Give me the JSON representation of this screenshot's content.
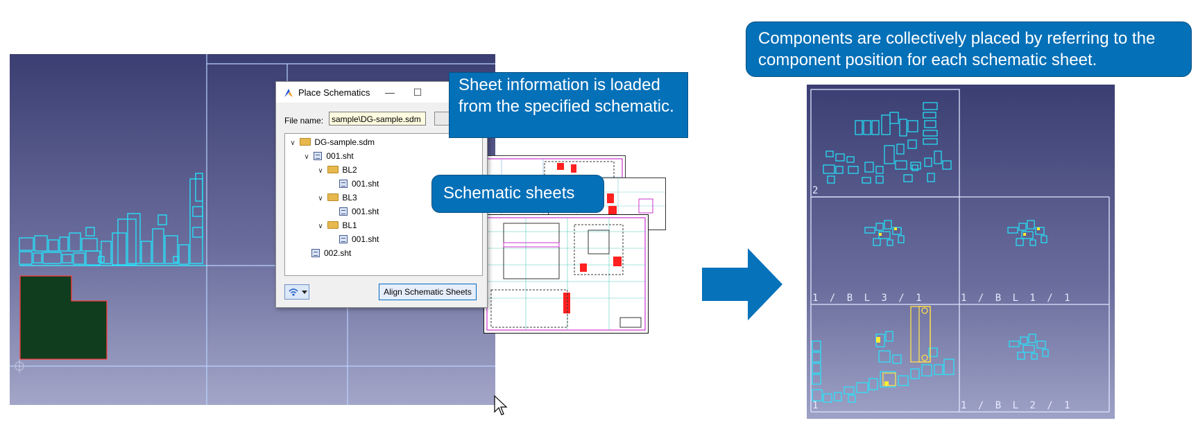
{
  "dialog": {
    "title": "Place Schematics",
    "minimize_glyph": "—",
    "maximize_glyph": "☐",
    "file_name_label": "File name:",
    "file_name_value": "sample\\DG-sample.sdm",
    "tree": [
      {
        "label": "DG-sample.sdm",
        "type": "folder",
        "expanded": true,
        "depth": 0
      },
      {
        "label": "001.sht",
        "type": "sheet",
        "expanded": true,
        "depth": 1
      },
      {
        "label": "BL2",
        "type": "folder",
        "expanded": true,
        "depth": 2
      },
      {
        "label": "001.sht",
        "type": "sheet",
        "depth": 3
      },
      {
        "label": "BL3",
        "type": "folder",
        "expanded": true,
        "depth": 2
      },
      {
        "label": "001.sht",
        "type": "sheet",
        "depth": 3
      },
      {
        "label": "BL1",
        "type": "folder",
        "expanded": true,
        "depth": 2
      },
      {
        "label": "001.sht",
        "type": "sheet",
        "depth": 3
      },
      {
        "label": "002.sht",
        "type": "sheet",
        "depth": 1
      }
    ],
    "align_button_label": "Align Schematic Sheets",
    "icons": {
      "app": "place-schematics-app-icon",
      "wifi": "wireless-icon",
      "dropdown": "chevron-down-icon"
    }
  },
  "callouts": {
    "sheet_info": "Sheet information is loaded from the specified schematic.",
    "sheets": "Schematic sheets",
    "components": "Components are collectively placed by referring to the component position for each schematic sheet."
  },
  "right_canvas": {
    "sheet_labels": {
      "top_left": "2",
      "mid_left": "1 / B L 3 / 1",
      "mid_right": "1 / B L 1 / 1",
      "bottom_left": "1",
      "bottom_right": "1 / B L 2 / 1"
    }
  },
  "colors": {
    "callout_blue": "#0470b8",
    "arrow_blue": "#0672ba",
    "component_cyan": "#00e5ff",
    "copper_green": "#0f3d1e",
    "canvas_dark": "#3b3e72"
  }
}
